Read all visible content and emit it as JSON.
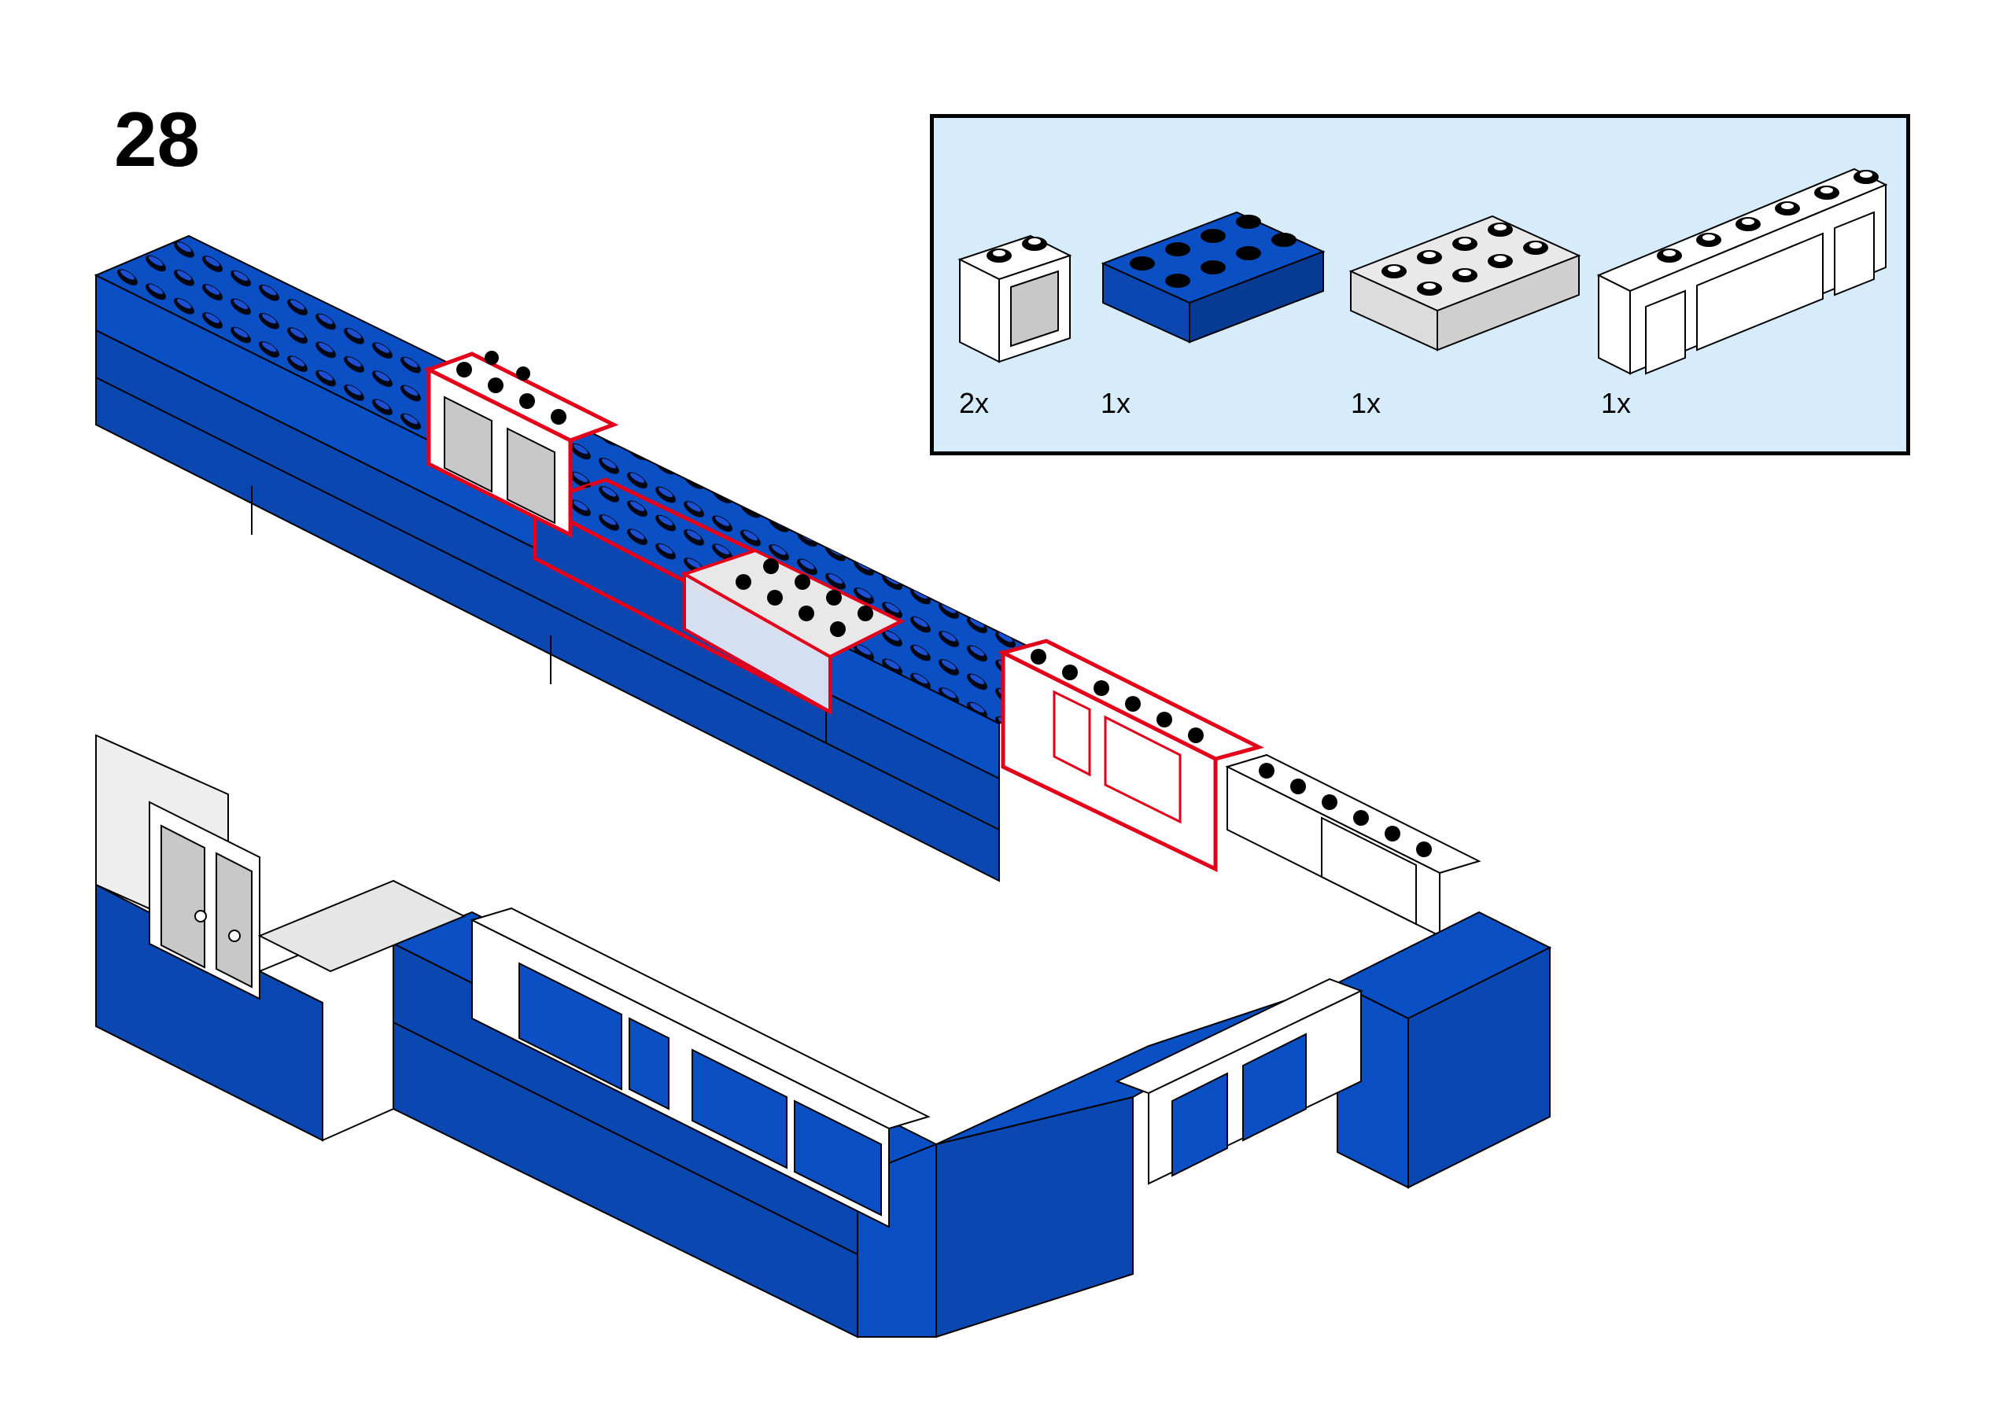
{
  "step": {
    "number": "28"
  },
  "parts_list": {
    "items": [
      {
        "qty": "2x",
        "part": "window-1x2x2-white-icon"
      },
      {
        "qty": "1x",
        "part": "brick-2x4-blue-icon"
      },
      {
        "qty": "1x",
        "part": "brick-2x4-transparent-icon"
      },
      {
        "qty": "1x",
        "part": "window-1x6x2-white-icon"
      }
    ]
  },
  "colors": {
    "brick_blue": "#0a4fc4",
    "brick_blue_dark": "#073a93",
    "brick_blue_side": "#0b47b0",
    "stud_black": "#000000",
    "window_white": "#ffffff",
    "glass_grey": "#c8c8c8",
    "highlight_red": "#e3001b",
    "parts_box_bg": "#d6ecfb"
  }
}
